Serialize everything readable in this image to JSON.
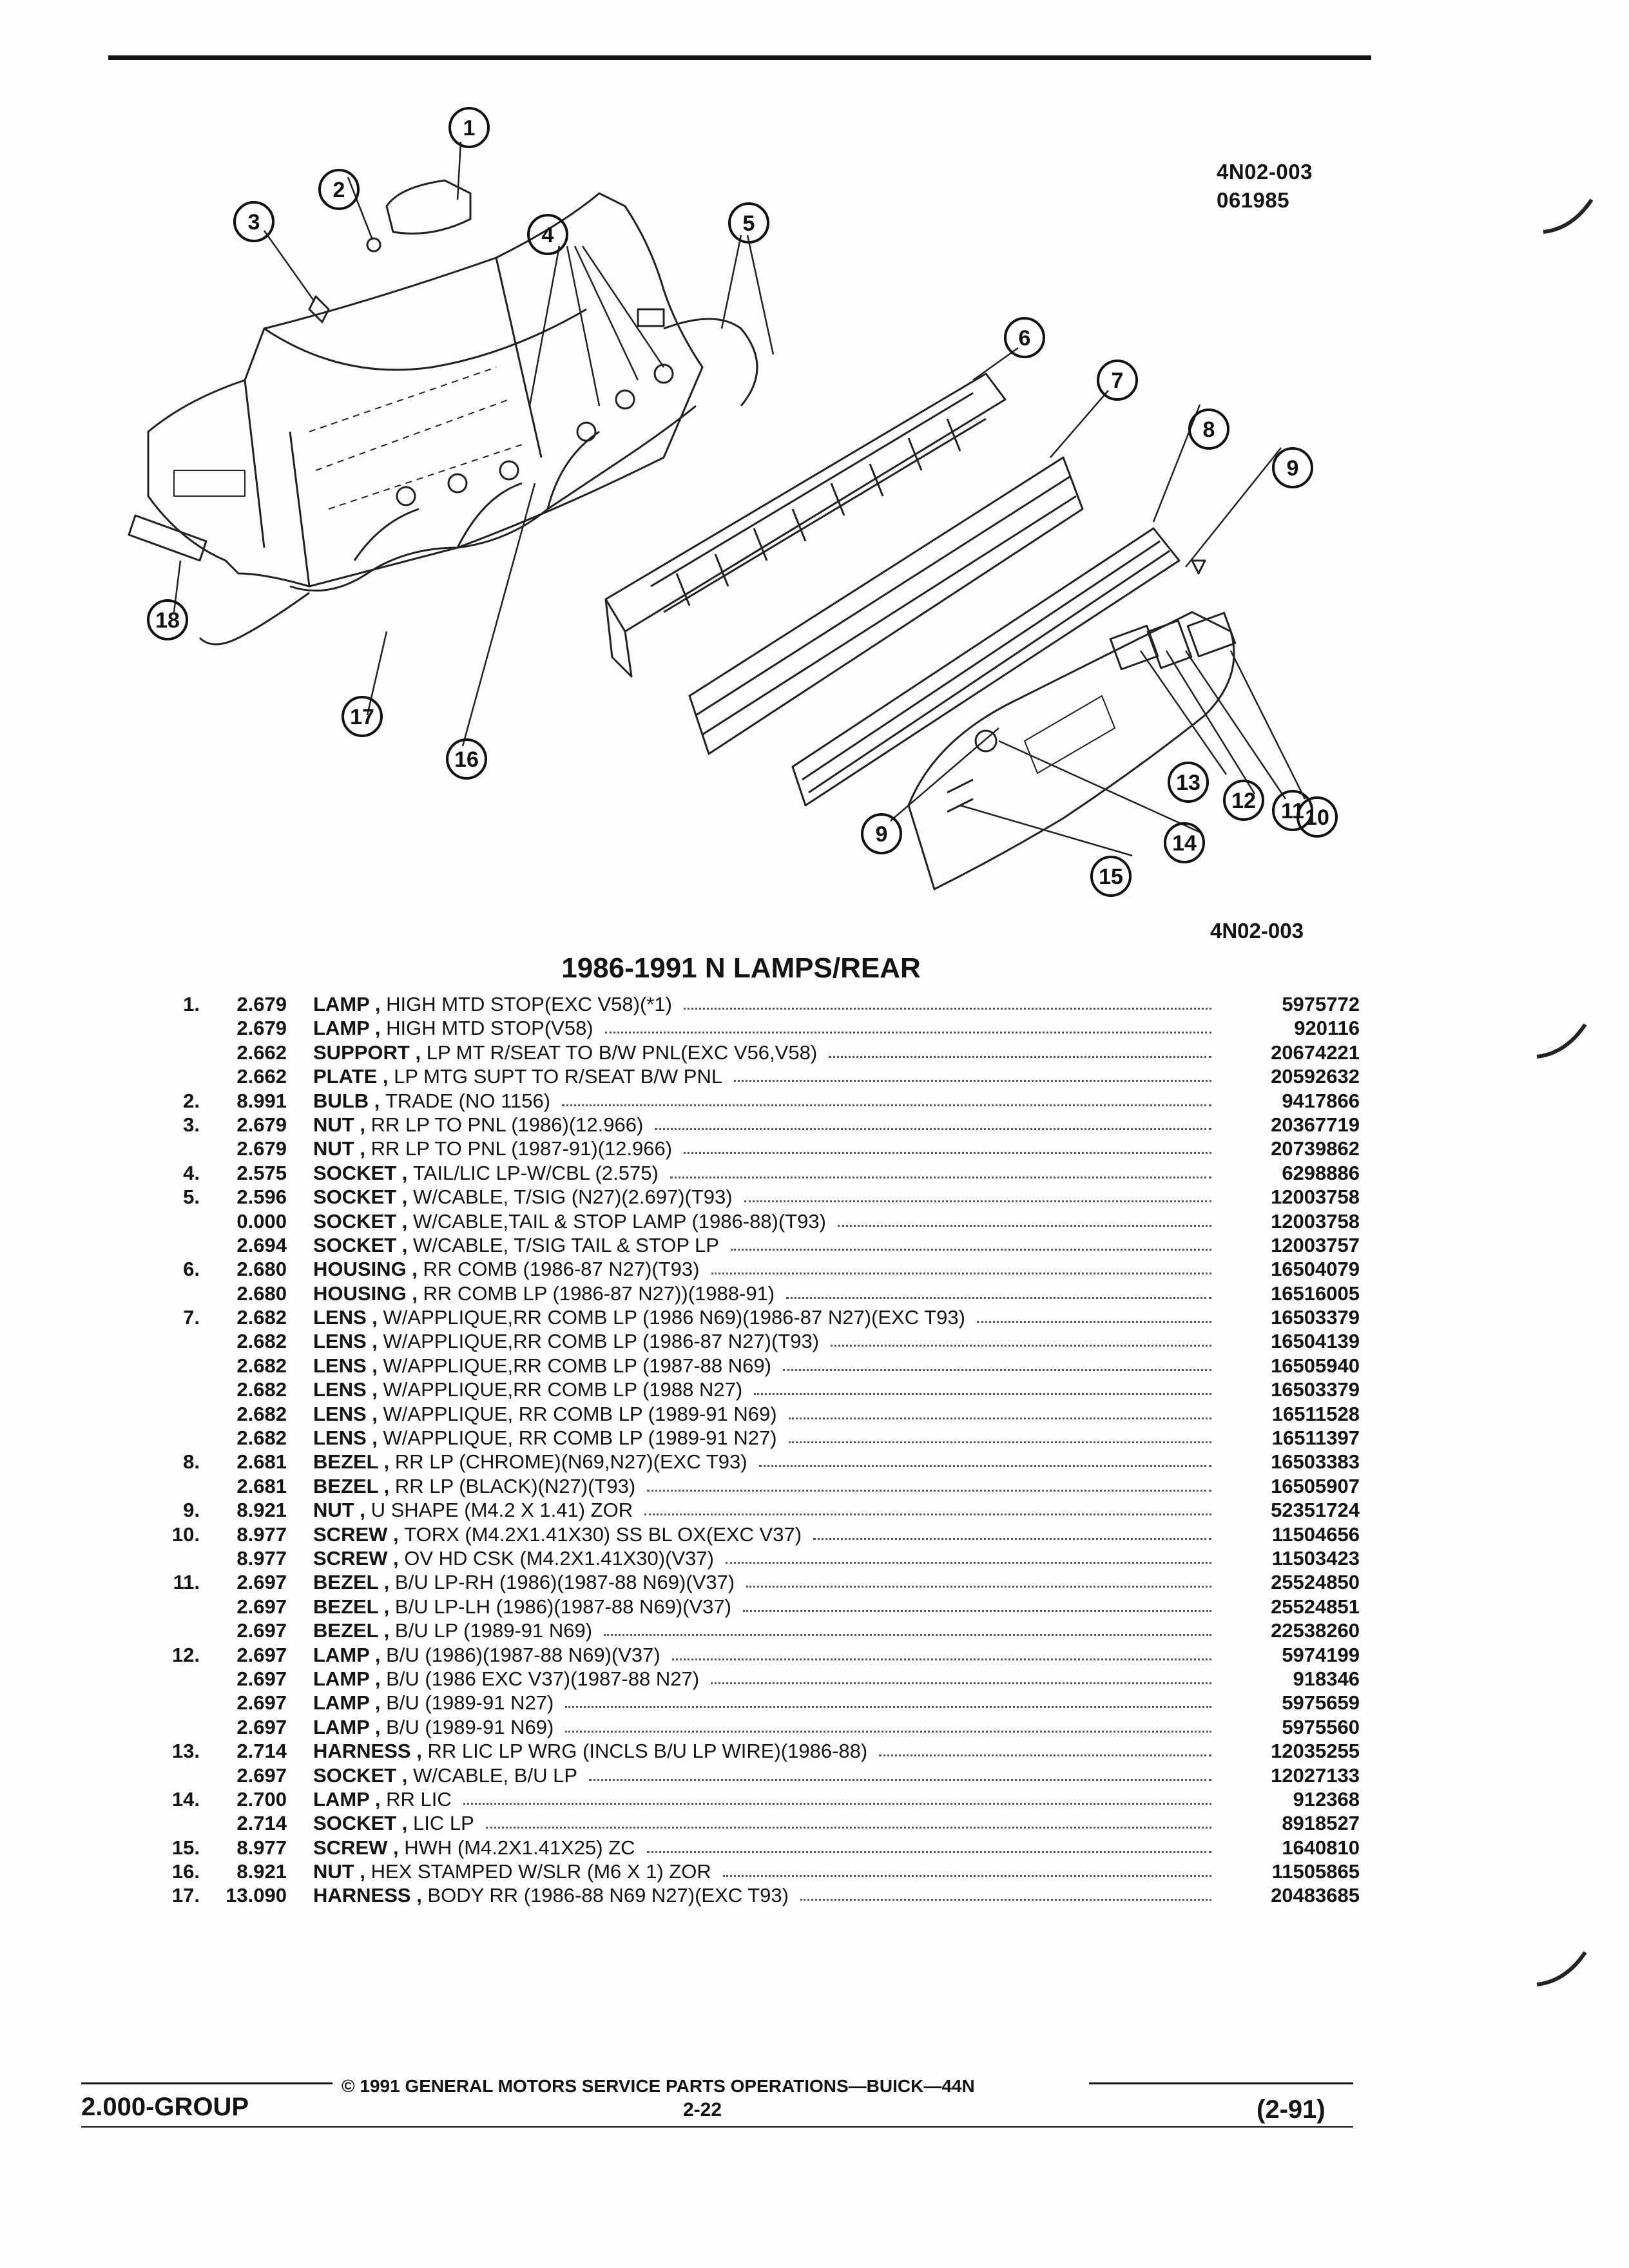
{
  "header": {
    "code": "4N02-003",
    "date_code": "061985"
  },
  "figure": {
    "code_below": "4N02-003",
    "callouts": [
      "1",
      "2",
      "3",
      "4",
      "5",
      "6",
      "7",
      "8",
      "9",
      "10",
      "11",
      "12",
      "13",
      "14",
      "15",
      "16",
      "17",
      "18"
    ]
  },
  "title": "1986-1991 N LAMPS/REAR",
  "parts": [
    {
      "num": "1.",
      "group": "2.679",
      "name": "LAMP",
      "detail": "HIGH MTD STOP(EXC V58)(*1)",
      "part": "5975772"
    },
    {
      "num": "",
      "group": "2.679",
      "name": "LAMP",
      "detail": "HIGH MTD STOP(V58)",
      "part": "920116"
    },
    {
      "num": "",
      "group": "2.662",
      "name": "SUPPORT",
      "detail": "LP MT R/SEAT TO B/W PNL(EXC V56,V58)",
      "part": "20674221"
    },
    {
      "num": "",
      "group": "2.662",
      "name": "PLATE",
      "detail": "LP MTG SUPT TO R/SEAT B/W PNL",
      "part": "20592632"
    },
    {
      "num": "2.",
      "group": "8.991",
      "name": "BULB",
      "detail": "TRADE (NO 1156)",
      "part": "9417866"
    },
    {
      "num": "3.",
      "group": "2.679",
      "name": "NUT",
      "detail": "RR LP TO PNL (1986)(12.966)",
      "part": "20367719"
    },
    {
      "num": "",
      "group": "2.679",
      "name": "NUT",
      "detail": "RR LP TO PNL (1987-91)(12.966)",
      "part": "20739862"
    },
    {
      "num": "4.",
      "group": "2.575",
      "name": "SOCKET",
      "detail": "TAIL/LIC LP-W/CBL (2.575)",
      "part": "6298886"
    },
    {
      "num": "5.",
      "group": "2.596",
      "name": "SOCKET",
      "detail": "W/CABLE, T/SIG (N27)(2.697)(T93)",
      "part": "12003758"
    },
    {
      "num": "",
      "group": "0.000",
      "name": "SOCKET",
      "detail": "W/CABLE,TAIL & STOP LAMP (1986-88)(T93)",
      "part": "12003758"
    },
    {
      "num": "",
      "group": "2.694",
      "name": "SOCKET",
      "detail": "W/CABLE, T/SIG TAIL & STOP LP",
      "part": "12003757"
    },
    {
      "num": "6.",
      "group": "2.680",
      "name": "HOUSING",
      "detail": "RR COMB (1986-87 N27)(T93)",
      "part": "16504079"
    },
    {
      "num": "",
      "group": "2.680",
      "name": "HOUSING",
      "detail": "RR COMB LP (1986-87 N27))(1988-91)",
      "part": "16516005"
    },
    {
      "num": "7.",
      "group": "2.682",
      "name": "LENS",
      "detail": "W/APPLIQUE,RR COMB LP (1986 N69)(1986-87 N27)(EXC T93)",
      "part": "16503379"
    },
    {
      "num": "",
      "group": "2.682",
      "name": "LENS",
      "detail": "W/APPLIQUE,RR COMB LP (1986-87 N27)(T93)",
      "part": "16504139"
    },
    {
      "num": "",
      "group": "2.682",
      "name": "LENS",
      "detail": "W/APPLIQUE,RR COMB LP (1987-88 N69)",
      "part": "16505940"
    },
    {
      "num": "",
      "group": "2.682",
      "name": "LENS",
      "detail": "W/APPLIQUE,RR COMB LP (1988 N27)",
      "part": "16503379"
    },
    {
      "num": "",
      "group": "2.682",
      "name": "LENS",
      "detail": "W/APPLIQUE, RR COMB LP (1989-91 N69)",
      "part": "16511528"
    },
    {
      "num": "",
      "group": "2.682",
      "name": "LENS",
      "detail": "W/APPLIQUE, RR COMB LP (1989-91 N27)",
      "part": "16511397"
    },
    {
      "num": "8.",
      "group": "2.681",
      "name": "BEZEL",
      "detail": "RR LP (CHROME)(N69,N27)(EXC T93)",
      "part": "16503383"
    },
    {
      "num": "",
      "group": "2.681",
      "name": "BEZEL",
      "detail": "RR LP (BLACK)(N27)(T93)",
      "part": "16505907"
    },
    {
      "num": "9.",
      "group": "8.921",
      "name": "NUT",
      "detail": "U SHAPE (M4.2 X 1.41) ZOR",
      "part": "52351724"
    },
    {
      "num": "10.",
      "group": "8.977",
      "name": "SCREW",
      "detail": "TORX (M4.2X1.41X30) SS BL OX(EXC V37)",
      "part": "11504656"
    },
    {
      "num": "",
      "group": "8.977",
      "name": "SCREW",
      "detail": "OV HD CSK (M4.2X1.41X30)(V37)",
      "part": "11503423"
    },
    {
      "num": "11.",
      "group": "2.697",
      "name": "BEZEL",
      "detail": "B/U LP-RH (1986)(1987-88 N69)(V37)",
      "part": "25524850"
    },
    {
      "num": "",
      "group": "2.697",
      "name": "BEZEL",
      "detail": "B/U LP-LH (1986)(1987-88 N69)(V37)",
      "part": "25524851"
    },
    {
      "num": "",
      "group": "2.697",
      "name": "BEZEL",
      "detail": "B/U LP (1989-91 N69)",
      "part": "22538260"
    },
    {
      "num": "12.",
      "group": "2.697",
      "name": "LAMP",
      "detail": "B/U (1986)(1987-88 N69)(V37)",
      "part": "5974199"
    },
    {
      "num": "",
      "group": "2.697",
      "name": "LAMP",
      "detail": "B/U (1986 EXC V37)(1987-88 N27)",
      "part": "918346"
    },
    {
      "num": "",
      "group": "2.697",
      "name": "LAMP",
      "detail": "B/U (1989-91 N27)",
      "part": "5975659"
    },
    {
      "num": "",
      "group": "2.697",
      "name": "LAMP",
      "detail": "B/U (1989-91 N69)",
      "part": "5975560"
    },
    {
      "num": "13.",
      "group": "2.714",
      "name": "HARNESS",
      "detail": "RR LIC LP WRG (INCLS B/U LP WIRE)(1986-88)",
      "part": "12035255"
    },
    {
      "num": "",
      "group": "2.697",
      "name": "SOCKET",
      "detail": "W/CABLE, B/U LP",
      "part": "12027133"
    },
    {
      "num": "14.",
      "group": "2.700",
      "name": "LAMP",
      "detail": "RR LIC",
      "part": "912368"
    },
    {
      "num": "",
      "group": "2.714",
      "name": "SOCKET",
      "detail": "LIC LP",
      "part": "8918527"
    },
    {
      "num": "15.",
      "group": "8.977",
      "name": "SCREW",
      "detail": "HWH (M4.2X1.41X25) ZC",
      "part": "1640810"
    },
    {
      "num": "16.",
      "group": "8.921",
      "name": "NUT",
      "detail": "HEX STAMPED W/SLR (M6 X 1) ZOR",
      "part": "11505865"
    },
    {
      "num": "17.",
      "group": "13.090",
      "name": "HARNESS",
      "detail": "BODY RR (1986-88 N69 N27)(EXC T93)",
      "part": "20483685"
    }
  ],
  "footer": {
    "group": "2.000-GROUP",
    "copyright": "© 1991 GENERAL MOTORS SERVICE PARTS OPERATIONS—BUICK—44N",
    "page": "2-22",
    "date": "(2-91)"
  }
}
